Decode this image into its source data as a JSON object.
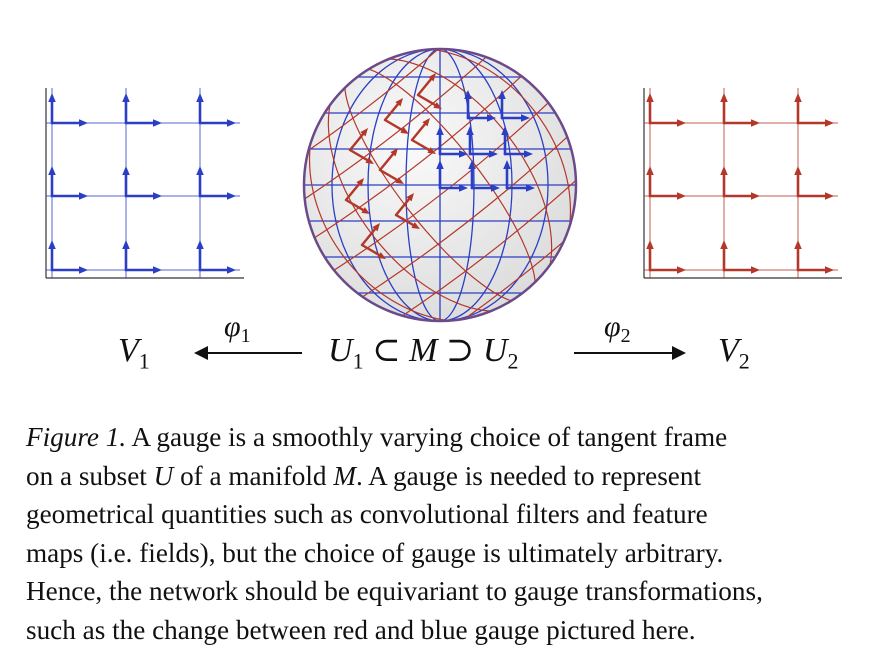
{
  "figure": {
    "colors": {
      "blue": "#2a3fc4",
      "red": "#b3382a",
      "sphere_fill": "#ececec",
      "axis": "#333333"
    },
    "labels": {
      "v1": "V",
      "v1_sub": "1",
      "v2": "V",
      "v2_sub": "2",
      "phi1": "φ",
      "phi1_sub": "1",
      "phi2": "φ",
      "phi2_sub": "2",
      "u1": "U",
      "u1_sub": "1",
      "subset_symbol": "⊂",
      "m": "M",
      "superset_symbol": "⊃",
      "u2": "U",
      "u2_sub": "2"
    },
    "panels": {
      "left": {
        "name": "blue-frame-grid",
        "color": "blue"
      },
      "center": {
        "name": "gauge-sphere"
      },
      "right": {
        "name": "red-frame-grid",
        "color": "red"
      }
    }
  },
  "caption": {
    "figure_label": "Figure 1.",
    "line1_rest": " A gauge is a smoothly varying choice of tangent frame",
    "line2_a": "on a subset ",
    "line2_u": "U",
    "line2_b": " of a manifold ",
    "line2_m": "M",
    "line2_c": ". A gauge is needed to represent",
    "line3": "geometrical quantities such as convolutional filters and feature",
    "line4": "maps (i.e. fields), but the choice of gauge is ultimately arbitrary.",
    "line5": "Hence, the network should be equivariant to gauge transformations,",
    "line6": "such as the change between red and blue gauge pictured here."
  }
}
